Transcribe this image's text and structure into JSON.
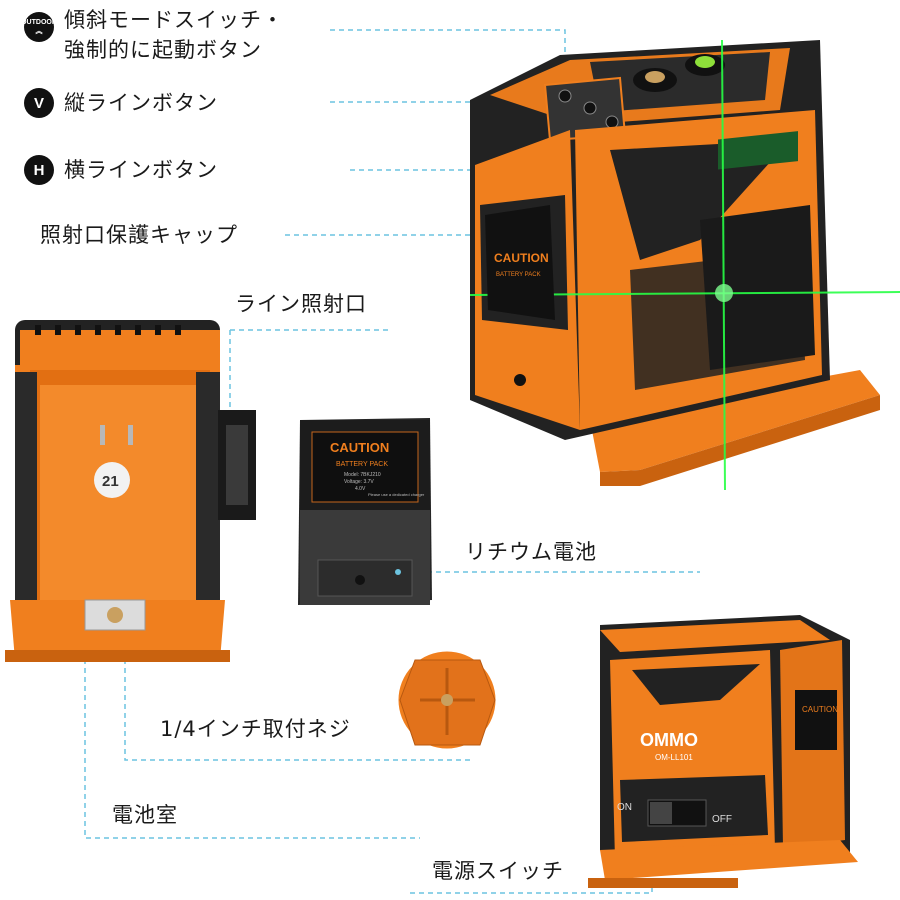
{
  "callouts": {
    "tilt_switch": {
      "badge": "OUTDOOR",
      "line1": "傾斜モードスイッチ・",
      "line2": "強制的に起動ボタン"
    },
    "v_line": {
      "badge": "V",
      "label": "縦ラインボタン"
    },
    "h_line": {
      "badge": "H",
      "label": "横ラインボタン"
    },
    "cap": "照射口保護キャップ",
    "emitter": "ライン照射口",
    "battery": "リチウム電池",
    "screw": "1/4インチ取付ネジ",
    "battery_room": "電池室",
    "power": "電源スイッチ"
  },
  "battery_pack": {
    "caution": "CAUTION",
    "title": "BATTERY PACK",
    "model": "Model: 7BKJ210",
    "voltage": "Voltage: 3.7V",
    "capacity": "4.0V",
    "note": "Please use a dedicated charger"
  },
  "front_unit": {
    "caution": "CAUTION",
    "title": "BATTERY PACK"
  },
  "side_unit": {
    "number": "21"
  },
  "rear_unit": {
    "brand": "OMMO",
    "model": "OM-LL101",
    "switch_on": "ON",
    "switch_off": "OFF"
  },
  "colors": {
    "orange": "#f07f1e",
    "black": "#222222",
    "laser": "#27ff45",
    "dash": "#6cc4e0"
  }
}
